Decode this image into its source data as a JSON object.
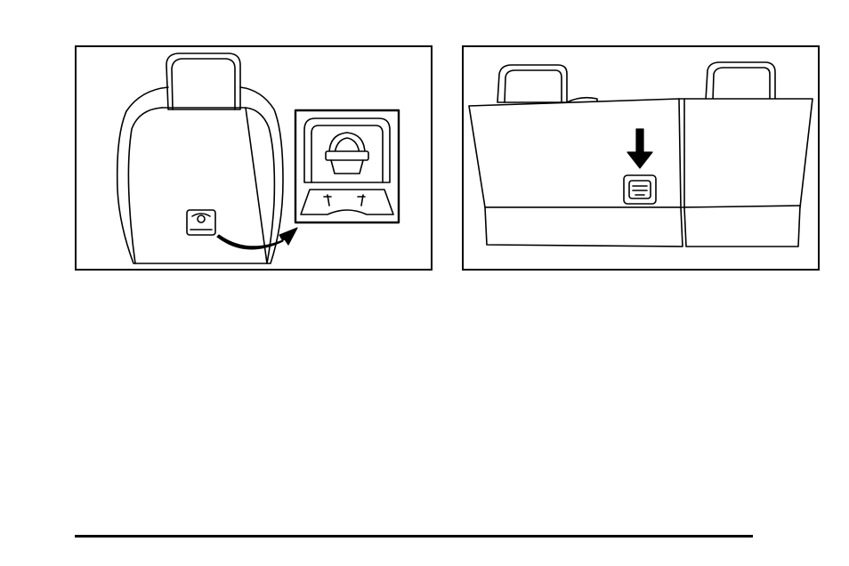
{
  "figures": [
    {
      "id": "left",
      "caption": ""
    },
    {
      "id": "right",
      "caption": ""
    }
  ],
  "colors": {
    "line": "#000000",
    "background": "#ffffff"
  },
  "icons": [
    "seat-back-illustration",
    "tether-anchor-detail",
    "callout-arrow-icon",
    "rear-bench-illustration",
    "down-arrow-icon"
  ]
}
